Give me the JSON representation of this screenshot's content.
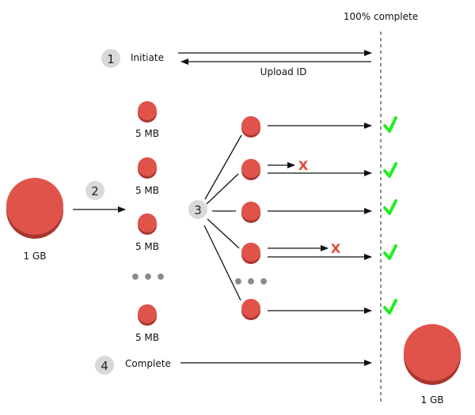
{
  "header": {
    "progress_label": "100% complete"
  },
  "steps": [
    {
      "number": "1",
      "label": "Initiate"
    },
    {
      "number": "2",
      "label": ""
    },
    {
      "number": "3",
      "label": ""
    },
    {
      "number": "4",
      "label": "Complete"
    }
  ],
  "upload_id_label": "Upload ID",
  "source_file": {
    "size_label": "1 GB"
  },
  "result_file": {
    "size_label": "1 GB"
  },
  "parts": [
    {
      "size_label": "5 MB"
    },
    {
      "size_label": "5 MB"
    },
    {
      "size_label": "5 MB"
    },
    {
      "size_label": "5 MB"
    }
  ],
  "ellipsis": "•••",
  "failure_mark": "X",
  "colors": {
    "part_fill": "#e0534a",
    "part_shadow": "#a8362e",
    "step_circle": "#d9d9d9",
    "success_check": "#22ee22",
    "failure_x": "#e0473a",
    "arrow": "#111111",
    "divider": "#666666"
  }
}
